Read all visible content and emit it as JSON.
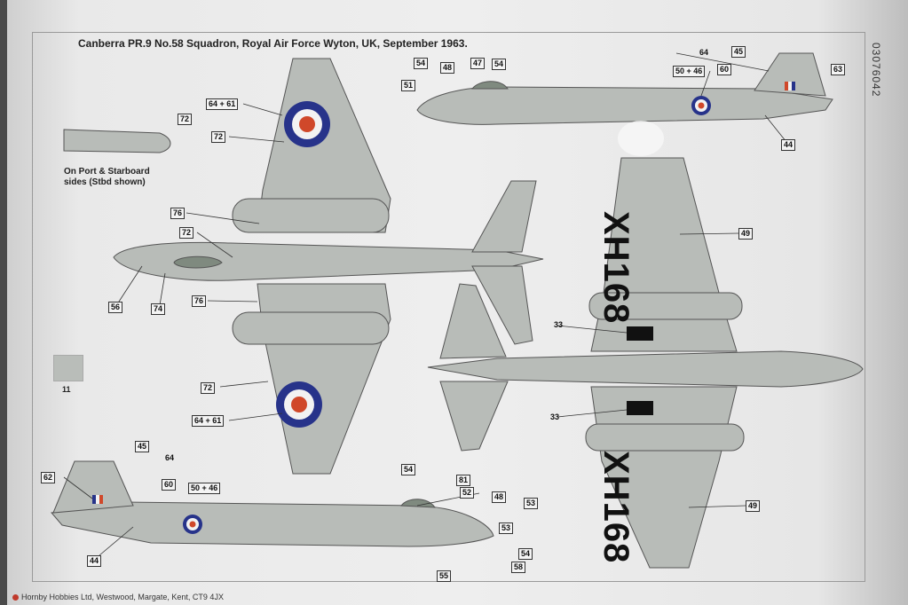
{
  "sheet": {
    "title": "Canberra PR.9 No.58 Squadron, Royal Air Force Wyton, UK, September 1963.",
    "code": "03076042",
    "footer": "Hornby Hobbies Ltd, Westwood, Margate, Kent, CT9 4JX",
    "note_line1": "On Port & Starboard",
    "note_line2": "sides (Stbd shown)",
    "swatch_label": "11",
    "serial": "XH168"
  },
  "colors": {
    "aircraft_grey": "#b8bcb8",
    "roundel_blue": "#27338a",
    "roundel_red": "#d0482a",
    "fin_flash_red": "#c0392b"
  },
  "callouts": {
    "c1": "64 + 61",
    "c2": "72",
    "c3": "72",
    "c4": "76",
    "c5": "72",
    "c6": "56",
    "c7": "74",
    "c8": "76",
    "c9": "72",
    "c10": "64 + 61",
    "c11": "54",
    "c12": "48",
    "c13": "47",
    "c14": "54",
    "c15": "51",
    "c16": "64",
    "c17": "45",
    "c18": "50 + 46",
    "c19": "60",
    "c20": "63",
    "c21": "44",
    "c22": "49",
    "c23": "33",
    "c24": "33",
    "c25": "49",
    "c26": "45",
    "c27": "64",
    "c28": "62",
    "c29": "60",
    "c30": "50 + 46",
    "c31": "44",
    "c32": "54",
    "c33": "81",
    "c34": "52",
    "c35": "48",
    "c36": "53",
    "c37": "53",
    "c38": "54",
    "c39": "58",
    "c40": "55"
  }
}
